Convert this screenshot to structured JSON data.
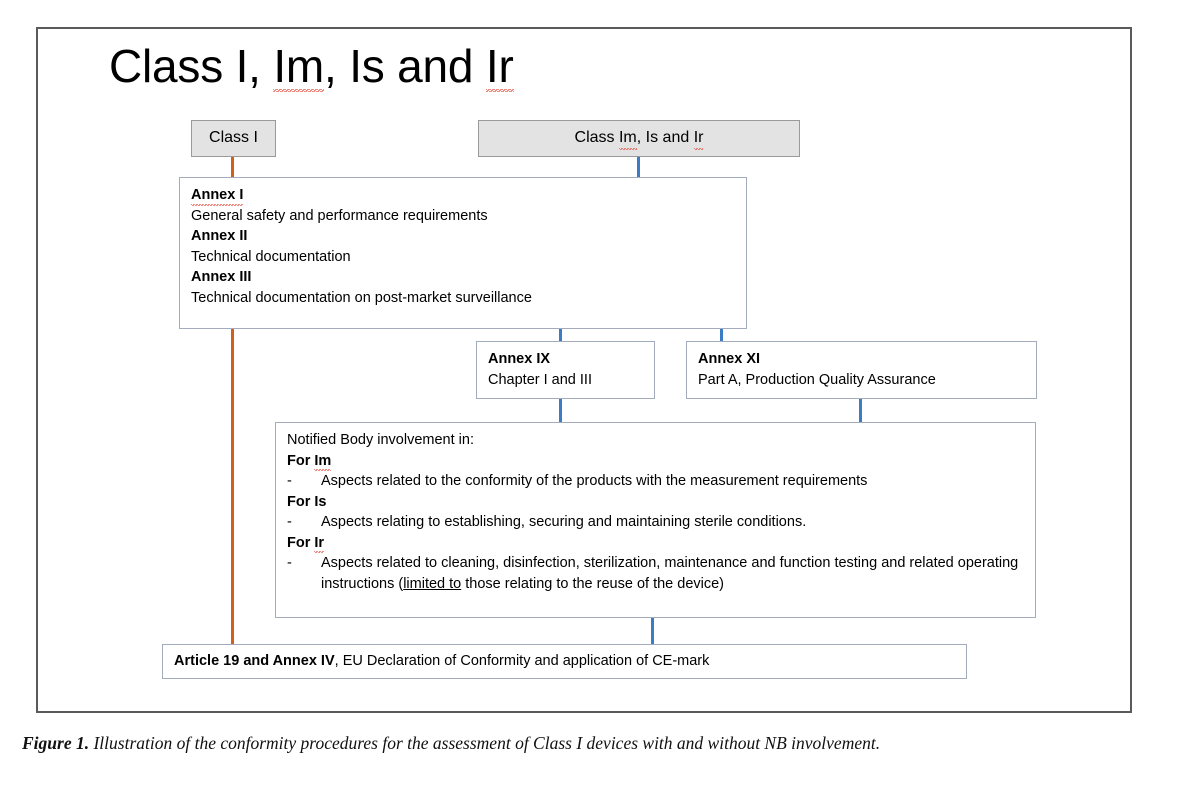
{
  "figure": {
    "title": "Class I, Im, Is and Ir",
    "title_parts": {
      "before": "Class I, ",
      "mis1": "Im",
      "middle": ", Is and ",
      "mis2": "Ir"
    },
    "caption_label": "Figure 1.",
    "caption_text": " Illustration of the conformity procedures for the assessment of Class I devices with and without NB involvement."
  },
  "nodes": {
    "class_i": {
      "label": "Class I"
    },
    "class_im_is_ir": {
      "label": "Class Im, Is and Ir",
      "parts": {
        "before": "Class ",
        "mis1": "Im",
        "middle": ", Is and ",
        "mis2": "Ir"
      }
    },
    "annexes": {
      "rows": [
        {
          "heading": "Annex I",
          "text": "General safety and performance requirements"
        },
        {
          "heading": "Annex II",
          "text": "Technical documentation"
        },
        {
          "heading": "Annex III",
          "text": "Technical documentation on post-market surveillance"
        }
      ]
    },
    "annex_ix": {
      "heading": "Annex IX",
      "text": "Chapter I and III"
    },
    "annex_xi": {
      "heading": "Annex XI",
      "text": "Part A, Production Quality Assurance"
    },
    "notified_body": {
      "intro": "Notified Body involvement in:",
      "groups": [
        {
          "heading": "For Im",
          "heading_prefix": "For ",
          "heading_mis": "Im",
          "bullet_dash": "-",
          "bullet_text": "Aspects related to the conformity of the products with the measurement requirements"
        },
        {
          "heading": "For Is",
          "heading_prefix": "For ",
          "heading_mis": "Is",
          "bullet_dash": "-",
          "bullet_text": "Aspects relating to establishing, securing and maintaining sterile conditions."
        },
        {
          "heading": "For Ir",
          "heading_prefix": "For ",
          "heading_mis": "Ir",
          "bullet_dash": "-",
          "bullet_text_a": "Aspects related to cleaning, disinfection, sterilization, maintenance and function testing and related operating instructions (",
          "bullet_text_underlined": "limited to",
          "bullet_text_b": " those relating to the reuse of the device)"
        }
      ]
    },
    "article_19": {
      "bold": "Article 19 and Annex IV",
      "rest": ", EU Declaration of Conformity and application of CE-mark"
    }
  },
  "colors": {
    "connector_blue": "#3b7cc4",
    "connector_orange": "#d2601a",
    "node_border": "#a3acbd",
    "gray_fill": "#e3e3e3",
    "frame_border": "#5a5a5a"
  }
}
